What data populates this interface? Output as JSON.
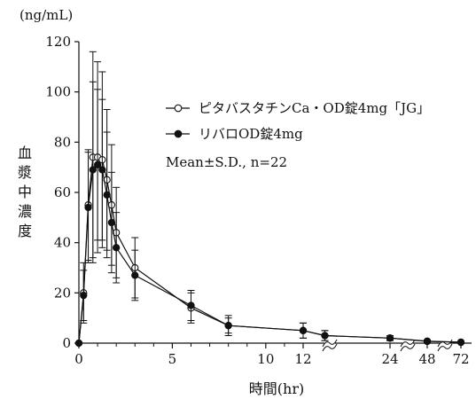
{
  "chart_data": {
    "type": "line",
    "y_unit": "(ng/mL)",
    "ylabel": "血漿中濃度",
    "xlabel": "時間(hr)",
    "ylim": [
      0,
      120
    ],
    "y_ticks": [
      0,
      20,
      40,
      60,
      80,
      100,
      120
    ],
    "x_scale": "broken",
    "x_segments": [
      {
        "range": [
          0,
          12
        ],
        "ticks": [
          0,
          5,
          10,
          12
        ]
      },
      {
        "range": [
          12,
          24
        ],
        "ticks": [
          24
        ]
      },
      {
        "range": [
          24,
          48
        ],
        "ticks": [
          48
        ]
      },
      {
        "range": [
          48,
          72
        ],
        "ticks": [
          72
        ]
      }
    ],
    "axis_break_marks": [
      "≈",
      "≈",
      "≈"
    ],
    "annotation": "Mean±S.D., n=22",
    "series": [
      {
        "name": "ピタバスタチンCa・OD錠4mg「JG」",
        "marker": "open-circle",
        "points": [
          {
            "x": 0,
            "y": 0,
            "sd": 0
          },
          {
            "x": 0.25,
            "y": 20,
            "sd": 12
          },
          {
            "x": 0.5,
            "y": 55,
            "sd": 22
          },
          {
            "x": 0.75,
            "y": 74,
            "sd": 42
          },
          {
            "x": 1,
            "y": 74,
            "sd": 38
          },
          {
            "x": 1.25,
            "y": 73,
            "sd": 35
          },
          {
            "x": 1.5,
            "y": 65,
            "sd": 28
          },
          {
            "x": 1.75,
            "y": 55,
            "sd": 24
          },
          {
            "x": 2,
            "y": 44,
            "sd": 18
          },
          {
            "x": 3,
            "y": 30,
            "sd": 12
          },
          {
            "x": 6,
            "y": 14,
            "sd": 6
          },
          {
            "x": 8,
            "y": 7,
            "sd": 4
          },
          {
            "x": 12,
            "y": 5,
            "sd": 3
          },
          {
            "x": 15,
            "y": 3,
            "sd": 2
          },
          {
            "x": 24,
            "y": 2,
            "sd": 1
          },
          {
            "x": 48,
            "y": 0.8,
            "sd": 0.5
          },
          {
            "x": 72,
            "y": 0.4,
            "sd": 0.3
          }
        ]
      },
      {
        "name": "リバロOD錠4mg",
        "marker": "filled-circle",
        "points": [
          {
            "x": 0,
            "y": 0,
            "sd": 0
          },
          {
            "x": 0.25,
            "y": 19,
            "sd": 10
          },
          {
            "x": 0.5,
            "y": 54,
            "sd": 22
          },
          {
            "x": 0.75,
            "y": 69,
            "sd": 35
          },
          {
            "x": 1,
            "y": 71,
            "sd": 30
          },
          {
            "x": 1.25,
            "y": 69,
            "sd": 28
          },
          {
            "x": 1.5,
            "y": 59,
            "sd": 25
          },
          {
            "x": 1.75,
            "y": 48,
            "sd": 20
          },
          {
            "x": 2,
            "y": 38,
            "sd": 14
          },
          {
            "x": 3,
            "y": 27,
            "sd": 10
          },
          {
            "x": 6,
            "y": 15,
            "sd": 6
          },
          {
            "x": 8,
            "y": 7,
            "sd": 3
          },
          {
            "x": 12,
            "y": 5,
            "sd": 3
          },
          {
            "x": 15,
            "y": 3,
            "sd": 2
          },
          {
            "x": 24,
            "y": 2,
            "sd": 1
          },
          {
            "x": 48,
            "y": 0.7,
            "sd": 0.4
          },
          {
            "x": 72,
            "y": 0.3,
            "sd": 0.2
          }
        ]
      }
    ]
  }
}
